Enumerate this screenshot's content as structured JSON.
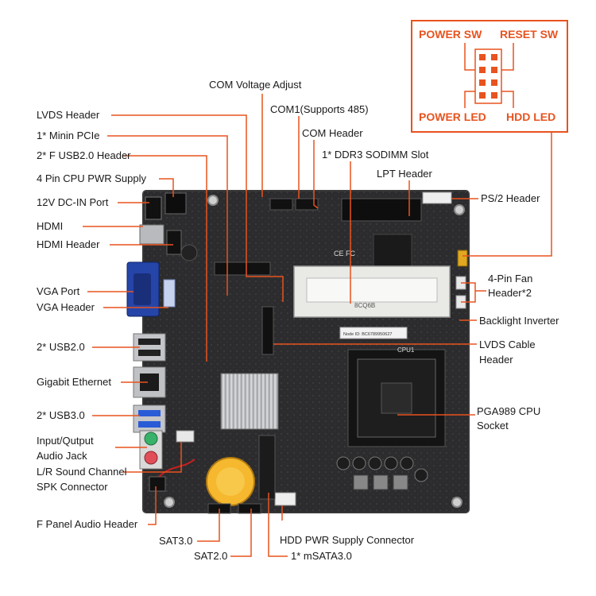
{
  "labels": {
    "com_voltage_adjust": "COM Voltage Adjust",
    "com1": "COM1(Supports 485)",
    "com_header": "COM Header",
    "ddr3_slot": "1* DDR3 SODIMM Slot",
    "lpt_header": "LPT Header",
    "lvds_header": "LVDS Header",
    "mini_pcie": "1* Minin PCIe",
    "f_usb20_header": "2* F USB2.0 Header",
    "cpu_pwr": "4 Pin CPU PWR Supply",
    "dc_in": "12V DC-IN Port",
    "hdmi": "HDMI",
    "hdmi_header": "HDMI Header",
    "vga_port": "VGA Port",
    "vga_header": "VGA Header",
    "usb20": "2* USB2.0",
    "ethernet": "Gigabit Ethernet",
    "usb30": "2* USB3.0",
    "audio_jack_1": "Input/Qutput",
    "audio_jack_2": "Audio Jack",
    "lr_sound_1": "L/R Sound Channel",
    "lr_sound_2": "SPK Connector",
    "f_panel_audio": "F Panel Audio Header",
    "sat30": "SAT3.0",
    "sat20": "SAT2.0",
    "msata": "1* mSATA3.0",
    "hdd_pwr": "HDD PWR Supply Connector",
    "ps2": "PS/2 Header",
    "fan_1": "4-Pin Fan",
    "fan_2": "Header*2",
    "backlight": "Backlight Inverter",
    "lvds_cable_1": "LVDS Cable",
    "lvds_cable_2": "Header",
    "cpu_socket_1": "PGA989 CPU",
    "cpu_socket_2": "Socket"
  },
  "inset": {
    "power_sw": "POWER SW",
    "reset_sw": "RESET SW",
    "power_led": "POWER LED",
    "hdd_led": "HDD  LED"
  },
  "board_markings": {
    "ram_label": "8CQ6B",
    "cpu_label": "CPU1",
    "ce_mark": "CE FC",
    "node_label": "Node ID: BC6789950627"
  },
  "colors": {
    "accent": "#e8531f",
    "board": "#2b2b2d",
    "vga_blue": "#2545a8"
  }
}
